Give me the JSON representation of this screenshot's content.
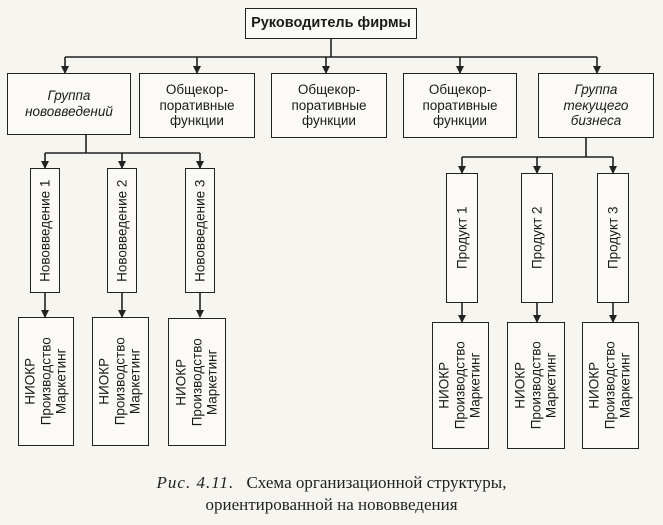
{
  "head": "Руководитель фирмы",
  "level1": [
    {
      "lines": [
        "Группа",
        "нововведений"
      ],
      "italic": true
    },
    {
      "lines": [
        "Общекор-",
        "поративные",
        "функции"
      ],
      "italic": false
    },
    {
      "lines": [
        "Общекор-",
        "поративные",
        "функции"
      ],
      "italic": false
    },
    {
      "lines": [
        "Общекор-",
        "поративные",
        "функции"
      ],
      "italic": false
    },
    {
      "lines": [
        "Группа",
        "текущего",
        "бизнеса"
      ],
      "italic": true
    }
  ],
  "innovations": [
    "Нововведение 1",
    "Нововведение 2",
    "Нововведение 3"
  ],
  "products": [
    "Продукт 1",
    "Продукт 2",
    "Продукт 3"
  ],
  "functions": [
    "НИОКР",
    "Производство",
    "Маркетинг"
  ],
  "caption": {
    "label": "Рис. 4.11.",
    "line1": "Схема организационной структуры,",
    "line2": "ориентированной на нововведения"
  }
}
